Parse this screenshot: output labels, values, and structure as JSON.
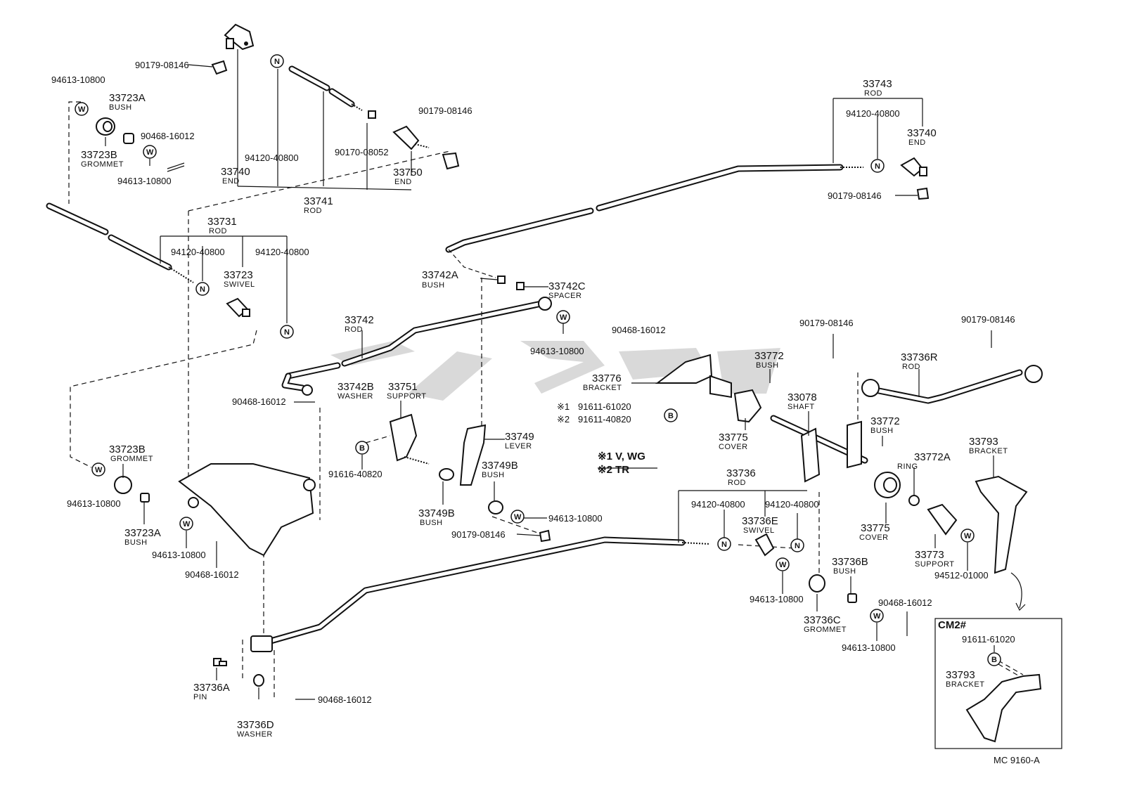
{
  "diagram_id": "MC 9160-A",
  "inset_title": "CM2#",
  "notes": {
    "n1": "※1 V, WG",
    "n2": "※2 TR"
  },
  "callouts": {
    "n_symbol": "N",
    "w_symbol": "W",
    "b_symbol": "B"
  },
  "parts": {
    "p_94613_10800_a": "94613-10800",
    "p_33723A_top": "33723A",
    "p_33723A_top_desc": "BUSH",
    "p_33723B_top": "33723B",
    "p_33723B_top_desc": "GROMMET",
    "p_90468_16012_a": "90468-16012",
    "p_94613_10800_b": "94613-10800",
    "p_90179_08146_a": "90179-08146",
    "p_33740_left": "33740",
    "p_33740_left_desc": "END",
    "p_94120_40800_a": "94120-40800",
    "p_33741": "33741",
    "p_33741_desc": "ROD",
    "p_90170_08052": "90170-08052",
    "p_33750": "33750",
    "p_33750_desc": "END",
    "p_90179_08146_b": "90179-08146",
    "p_33731": "33731",
    "p_33731_desc": "ROD",
    "p_94120_40800_b": "94120-40800",
    "p_94120_40800_c": "94120-40800",
    "p_33723_swivel": "33723",
    "p_33723_swivel_desc": "SWIVEL",
    "p_33743": "33743",
    "p_33743_desc": "ROD",
    "p_94120_40800_d": "94120-40800",
    "p_33740_right": "33740",
    "p_33740_right_desc": "END",
    "p_90179_08146_c": "90179-08146",
    "p_33742A": "33742A",
    "p_33742A_desc": "BUSH",
    "p_33742C": "33742C",
    "p_33742C_desc": "SPACER",
    "p_33742": "33742",
    "p_33742_desc": "ROD",
    "p_94613_10800_c": "94613-10800",
    "p_90468_16012_b": "90468-16012",
    "p_33776": "33776",
    "p_33776_desc": "BRACKET",
    "p_91611_61020_a": "91611-61020",
    "p_91611_40820": "91611-40820",
    "mark_1": "※1",
    "mark_2": "※2",
    "p_33772_a": "33772",
    "p_33772_a_desc": "BUSH",
    "p_90179_08146_d": "90179-08146",
    "p_90179_08146_e": "90179-08146",
    "p_33736R": "33736R",
    "p_33736R_desc": "ROD",
    "p_33078": "33078",
    "p_33078_desc": "SHAFT",
    "p_33775_a": "33775",
    "p_33775_a_desc": "COVER",
    "p_33772_b": "33772",
    "p_33772_b_desc": "BUSH",
    "p_33793": "33793",
    "p_33793_desc": "BRACKET",
    "p_33772A": "33772A",
    "p_33772A_desc": "RING",
    "p_90468_16012_c": "90468-16012",
    "p_33742B": "33742B",
    "p_33742B_desc": "WASHER",
    "p_33751": "33751",
    "p_33751_desc": "SUPPORT",
    "p_33749": "33749",
    "p_33749_desc": "LEVER",
    "p_91616_40820": "91616-40820",
    "p_33749B_r": "33749B",
    "p_33749B_r_desc": "BUSH",
    "p_33749B_l": "33749B",
    "p_33749B_l_desc": "BUSH",
    "p_94613_10800_d": "94613-10800",
    "p_90179_08146_f": "90179-08146",
    "p_33723B_low": "33723B",
    "p_33723B_low_desc": "GROMMET",
    "p_94613_10800_e": "94613-10800",
    "p_33723A_low": "33723A",
    "p_33723A_low_desc": "BUSH",
    "p_94613_10800_f": "94613-10800",
    "p_90468_16012_d": "90468-16012",
    "p_33736": "33736",
    "p_33736_desc": "ROD",
    "p_94120_40800_e": "94120-40800",
    "p_94120_40800_f": "94120-40800",
    "p_33736E": "33736E",
    "p_33736E_desc": "SWIVEL",
    "p_33775_b": "33775",
    "p_33775_b_desc": "COVER",
    "p_33773": "33773",
    "p_33773_desc": "SUPPORT",
    "p_94512_01000": "94512-01000",
    "p_94613_10800_g": "94613-10800",
    "p_33736B": "33736B",
    "p_33736B_desc": "BUSH",
    "p_33736C": "33736C",
    "p_33736C_desc": "GROMMET",
    "p_90468_16012_e": "90468-16012",
    "p_94613_10800_h": "94613-10800",
    "p_33736A": "33736A",
    "p_33736A_desc": "PIN",
    "p_33736D": "33736D",
    "p_33736D_desc": "WASHER",
    "p_90468_16012_f": "90468-16012",
    "p_91611_61020_inset": "91611-61020",
    "p_33793_inset": "33793",
    "p_33793_inset_desc": "BRACKET"
  }
}
